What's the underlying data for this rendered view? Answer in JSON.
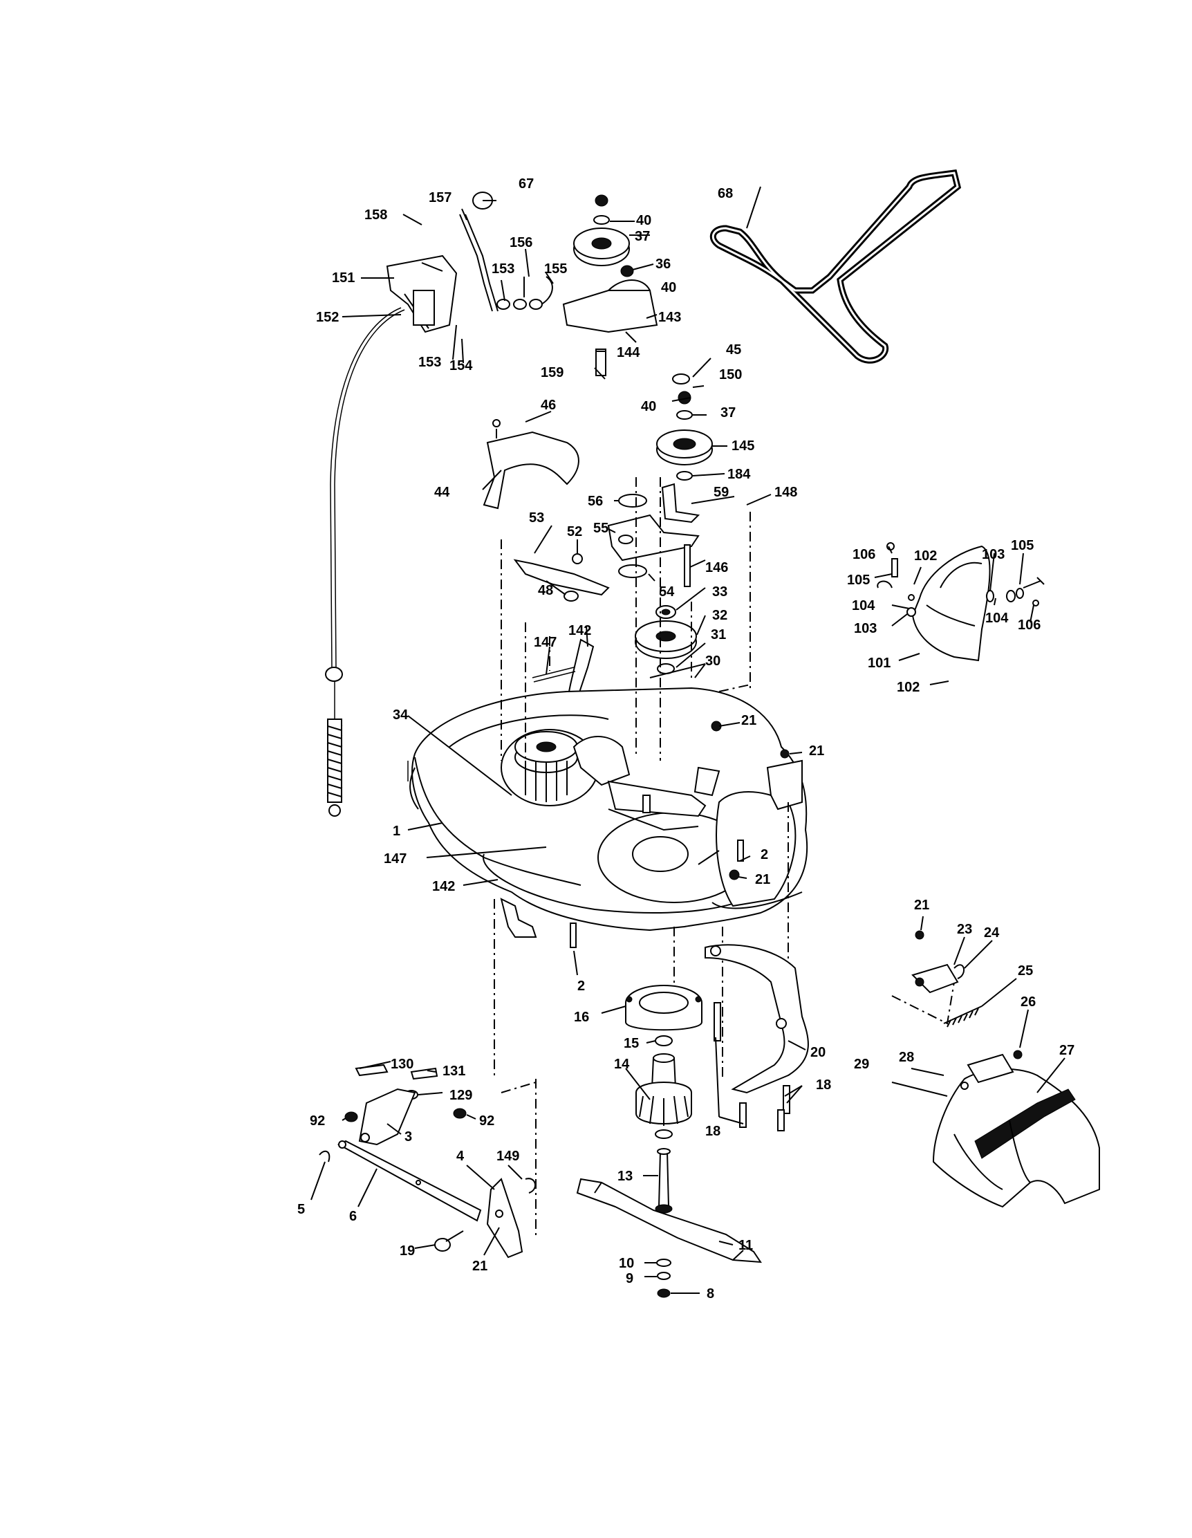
{
  "diagram": {
    "title": "",
    "part_labels": {
      "p1": "1",
      "p2a": "2",
      "p2b": "2",
      "p3": "3",
      "p4": "4",
      "p5": "5",
      "p6": "6",
      "p8": "8",
      "p9": "9",
      "p10": "10",
      "p11": "11",
      "p13": "13",
      "p14": "14",
      "p15": "15",
      "p16": "16",
      "p18a": "18",
      "p18b": "18",
      "p19": "19",
      "p20": "20",
      "p21a": "21",
      "p21b": "21",
      "p21c": "21",
      "p21d": "21",
      "p21e": "21",
      "p23": "23",
      "p24": "24",
      "p25": "25",
      "p26": "26",
      "p27": "27",
      "p28": "28",
      "p29": "29",
      "p30": "30",
      "p31": "31",
      "p32": "32",
      "p33": "33",
      "p34": "34",
      "p36": "36",
      "p37a": "37",
      "p37b": "37",
      "p40a": "40",
      "p40b": "40",
      "p40c": "40",
      "p44": "44",
      "p45": "45",
      "p46": "46",
      "p48": "48",
      "p52": "52",
      "p53": "53",
      "p54": "54",
      "p55": "55",
      "p56": "56",
      "p59": "59",
      "p67": "67",
      "p68": "68",
      "p92a": "92",
      "p92b": "92",
      "p101": "101",
      "p102a": "102",
      "p102b": "102",
      "p103a": "103",
      "p103b": "103",
      "p104a": "104",
      "p104b": "104",
      "p105a": "105",
      "p105b": "105",
      "p106a": "106",
      "p106b": "106",
      "p129": "129",
      "p130": "130",
      "p131": "131",
      "p142a": "142",
      "p142b": "142",
      "p143": "143",
      "p144": "144",
      "p145": "145",
      "p146": "146",
      "p147a": "147",
      "p147b": "147",
      "p148": "148",
      "p149": "149",
      "p150": "150",
      "p151": "151",
      "p152": "152",
      "p153a": "153",
      "p153b": "153",
      "p154": "154",
      "p155": "155",
      "p156": "156",
      "p157": "157",
      "p158": "158",
      "p159": "159",
      "p184": "184"
    }
  }
}
